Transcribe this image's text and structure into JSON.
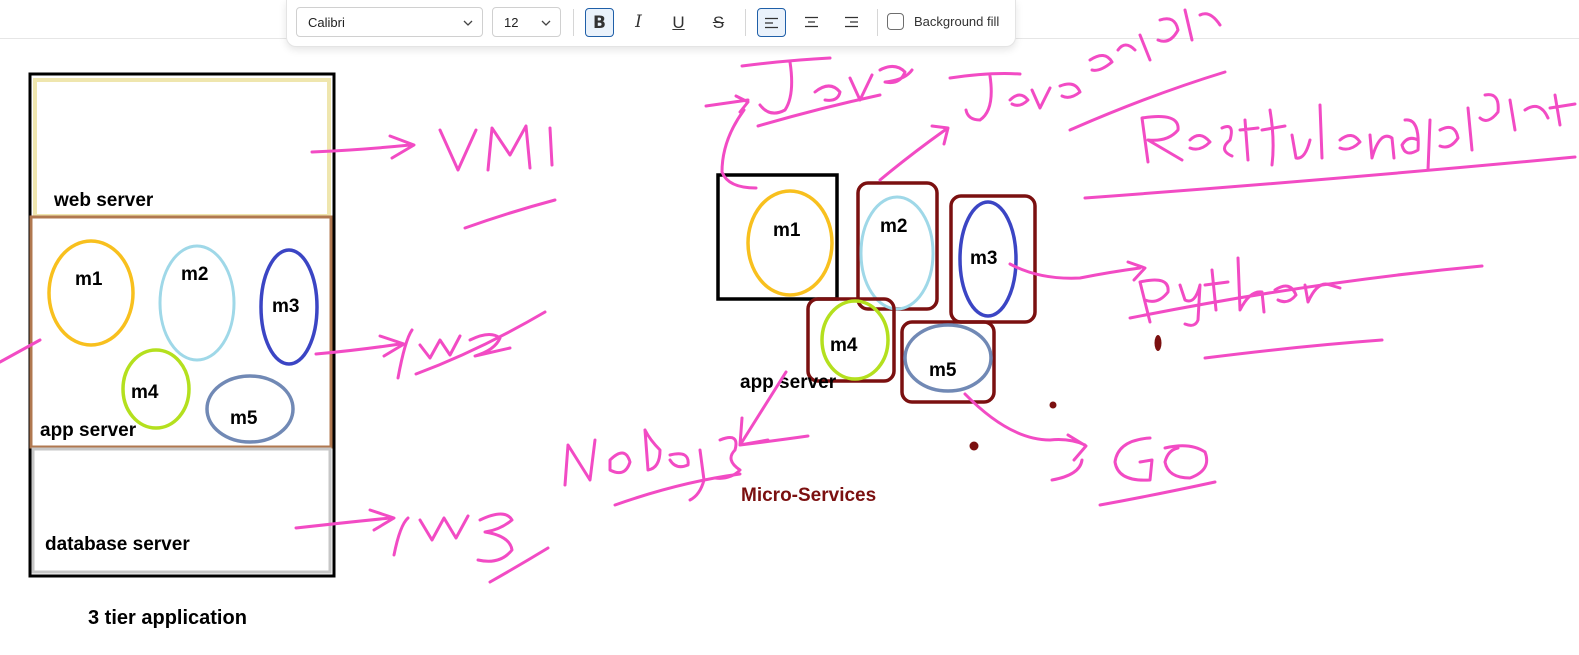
{
  "toolbar": {
    "font": "Calibri",
    "size": "12",
    "bold_glyph": "B",
    "italic_glyph": "I",
    "underline_glyph": "U",
    "strike_glyph": "S",
    "background_fill": "Background fill"
  },
  "three_tier": {
    "web_server": "web server",
    "app_server": "app server",
    "database_server": "database server",
    "caption": "3 tier application",
    "modules": [
      "m1",
      "m2",
      "m3",
      "m4",
      "m5"
    ]
  },
  "micro": {
    "modules": [
      "m1",
      "m2",
      "m3",
      "m4",
      "m5"
    ],
    "app_server": "app server",
    "caption": "Micro-Services"
  },
  "colors": {
    "ink": "#f24bc4",
    "m1": "#f8c01e",
    "m2": "#9fd8e8",
    "m3": "#3b45c4",
    "m4": "#b4e01e",
    "m5": "#7189b5",
    "micro_box": "#7b1010",
    "web_border": "#efe6ae",
    "app_border": "#b07850",
    "db_border": "#c7c7c7",
    "caption_micro": "#7b1010"
  },
  "icons": [
    "chevron-down-icon",
    "align-left-icon",
    "align-center-icon",
    "align-right-icon"
  ]
}
